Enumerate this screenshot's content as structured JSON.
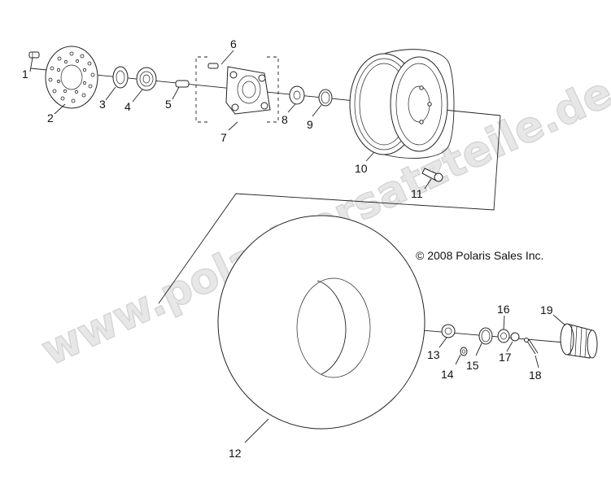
{
  "copyright": "© 2008 Polaris Sales Inc.",
  "watermark": "www.polarisersatzteile.de",
  "callouts": [
    "1",
    "2",
    "3",
    "4",
    "5",
    "6",
    "7",
    "8",
    "9",
    "10",
    "11",
    "12",
    "13",
    "14",
    "15",
    "16",
    "17",
    "18",
    "19"
  ]
}
